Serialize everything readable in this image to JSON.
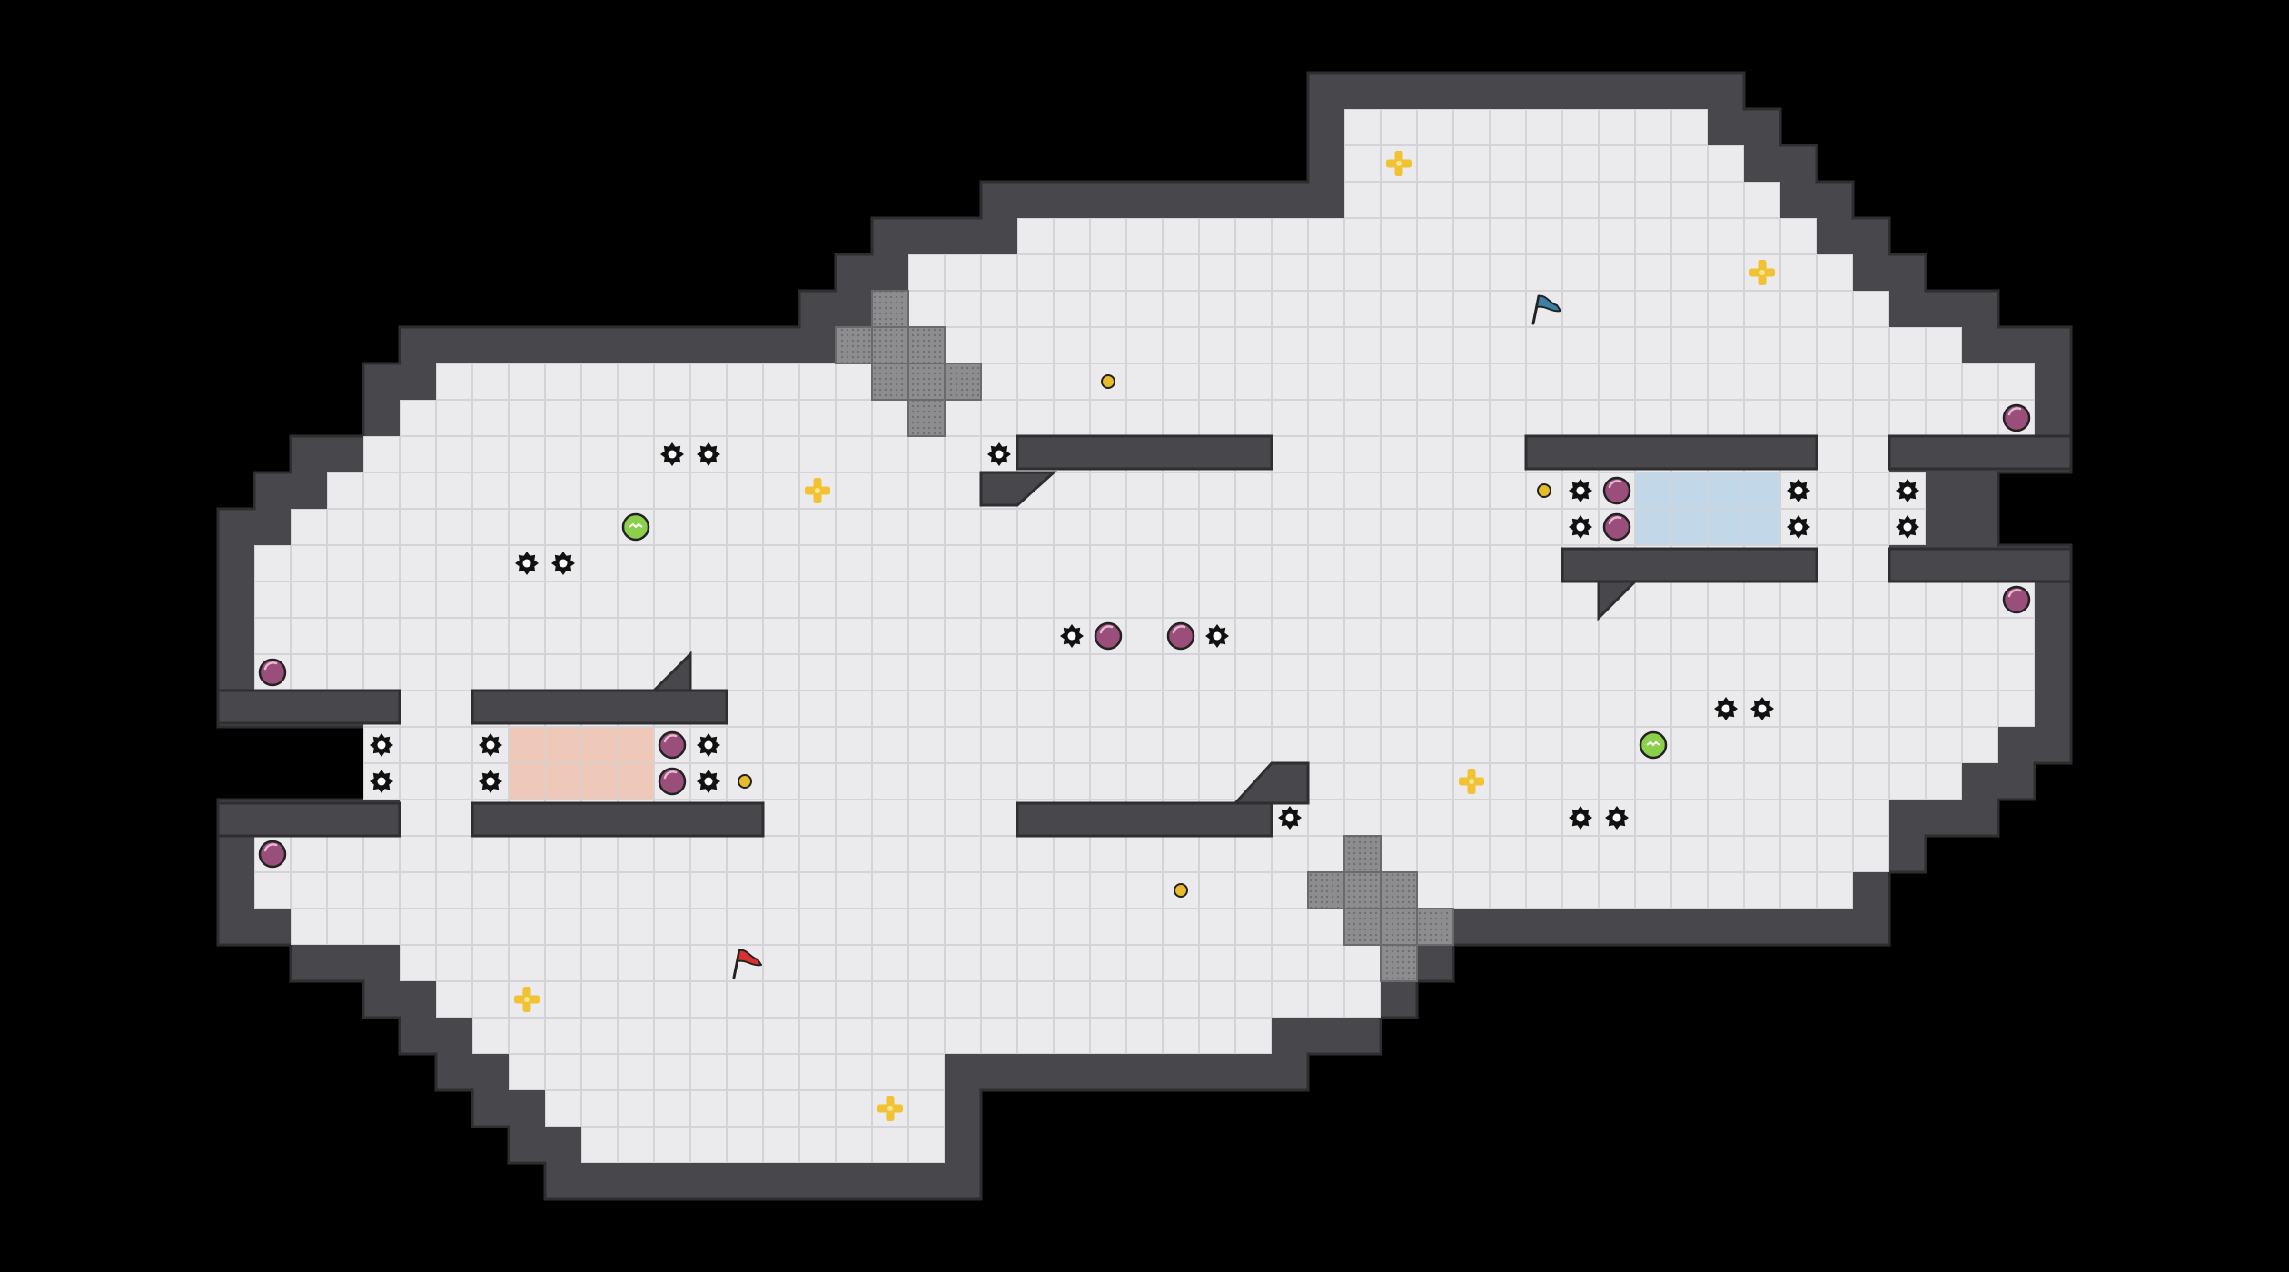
{
  "game": {
    "type": "top-down-tile-arena",
    "colors": {
      "background": "#000000",
      "floor": "#ebebed",
      "grid_line": "#d4d4d8",
      "wall": "#48484c",
      "wall_edge": "#2e2e31",
      "mesh_block": "#8d8d90",
      "red_zone": "#eec8b8",
      "blue_zone": "#c2d8e8",
      "mine": "#111111",
      "orb_purple": "#9a4f7a",
      "orb_green": "#8ccf4a",
      "coin": "#e8bb2a",
      "medkit": "#f2c233",
      "flag_red": "#d93030",
      "flag_blue": "#3d7fa6"
    },
    "teams": [
      {
        "name": "red",
        "flag_icon": "red-flag-icon",
        "zone_color": "#eec8b8"
      },
      {
        "name": "blue",
        "flag_icon": "blue-flag-icon",
        "zone_color": "#c2d8e8"
      }
    ],
    "icons": [
      "mine-icon",
      "purple-orb-icon",
      "green-orb-icon",
      "coin-icon",
      "plus-pickup-icon",
      "red-flag-icon",
      "blue-flag-icon",
      "mesh-block"
    ]
  }
}
